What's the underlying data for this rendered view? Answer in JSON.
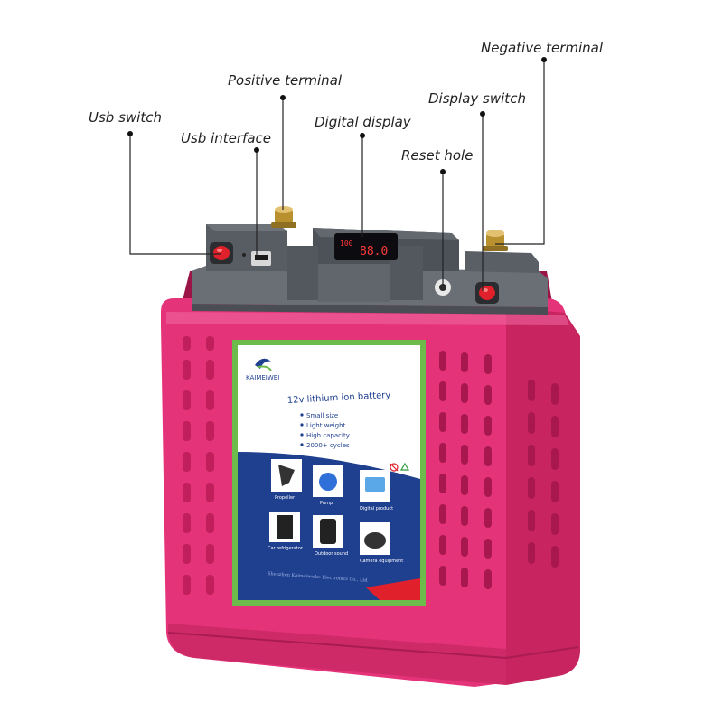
{
  "callouts": {
    "usb_switch": "Usb switch",
    "usb_interface": "Usb interface",
    "positive_terminal": "Positive terminal",
    "digital_display": "Digital display",
    "reset_hole": "Reset hole",
    "display_switch": "Display switch",
    "negative_terminal": "Negative terminal"
  },
  "label": {
    "brand": "KAIMEIWEI",
    "heading": "12v lithium ion battery",
    "bullets": [
      "Small size",
      "Light weight",
      "High capacity",
      "2000+ cycles"
    ],
    "products": [
      "Propeller",
      "Pump",
      "Digital product",
      "Car refrigerator",
      "Outdoor sound",
      "Camera equipment"
    ],
    "footer": "Shenzhen Kaimeiweike Electronics Co., Ltd"
  },
  "colors": {
    "case": "#e5337a",
    "case_dark": "#b81d5b",
    "lid": "#5a5f66",
    "label_border": "#6dbb4a",
    "label_blue": "#1f3f8f",
    "button_red": "#e0202a",
    "brass": "#c9a24a"
  }
}
